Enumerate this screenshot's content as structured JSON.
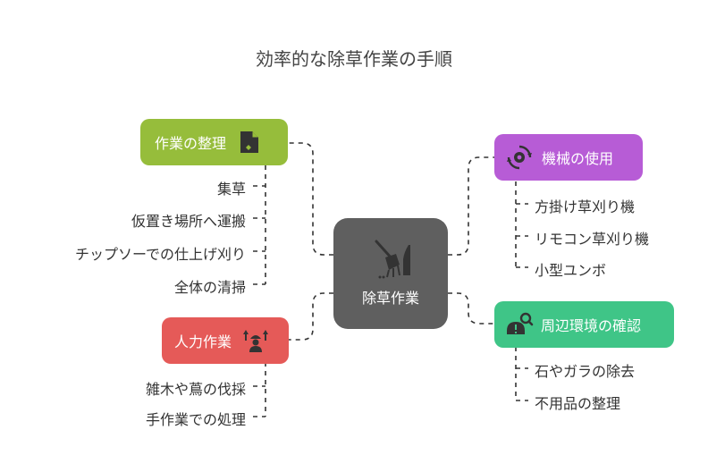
{
  "title": "効率的な除草作業の手順",
  "center": {
    "label": "除草作業",
    "icon": "broom-icon",
    "color": "#5f5f5f"
  },
  "branches": [
    {
      "id": "prep",
      "label": "作業の整理",
      "icon": "document-icon",
      "color": "#96bd3b",
      "items": [
        "集草",
        "仮置き場所へ運搬",
        "チップソーでの仕上げ刈り",
        "全体の清掃"
      ]
    },
    {
      "id": "manual",
      "label": "人力作業",
      "icon": "worker-icon",
      "color": "#e55a58",
      "items": [
        "雑木や蔦の伐採",
        "手作業での処理"
      ]
    },
    {
      "id": "machine",
      "label": "機械の使用",
      "icon": "gear-cycle-icon",
      "color": "#b75cd6",
      "items": [
        "方掛け草刈り機",
        "リモコン草刈り機",
        "小型ユンボ"
      ]
    },
    {
      "id": "site",
      "label": "周辺環境の確認",
      "icon": "hazard-search-icon",
      "color": "#3fc587",
      "items": [
        "石やガラの除去",
        "不用品の整理"
      ]
    }
  ]
}
